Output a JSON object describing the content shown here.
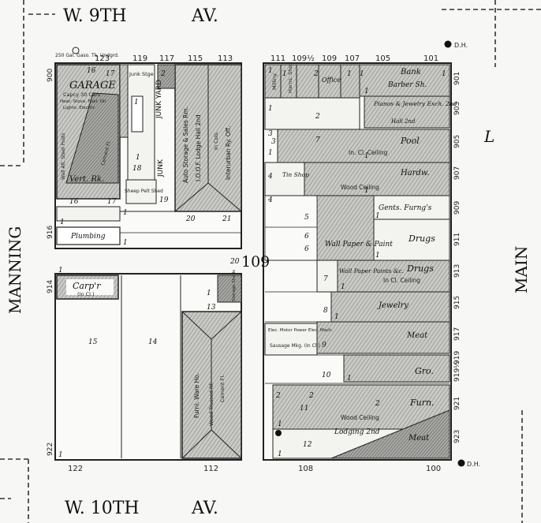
{
  "streets": {
    "top": "W. 9TH",
    "top_av": "AV.",
    "bottom": "W. 10TH",
    "bottom_av": "AV.",
    "left": "MANNING",
    "right": "MAIN"
  },
  "block_number": "109",
  "top_house_numbers": [
    "123",
    "119",
    "117",
    "115",
    "113",
    "111",
    "109½",
    "109",
    "107",
    "105",
    "101"
  ],
  "bottom_house_numbers": [
    "122",
    "112",
    "108",
    "100"
  ],
  "left_side_numbers": [
    "900",
    "916",
    "914",
    "922"
  ],
  "right_side_numbers": [
    "901",
    "903",
    "905",
    "907",
    "909",
    "911",
    "913",
    "915",
    "917",
    "919",
    "919½",
    "921",
    "923"
  ],
  "hydrants": [
    {
      "label": "D.H."
    },
    {
      "label": "D.H."
    }
  ],
  "top_note": "250 Gal. Gaso. Tk. Undgrd.",
  "buildings_west": {
    "garage": "GARAGE",
    "garage_capacity": "Capcy 30 Cars",
    "garage_note1": "Heat: Stove. Fuel: Oil",
    "garage_note2": "Lights: Electric",
    "garage_note3": "Cement Fl.",
    "garage_wall": "Wall Alt. Steel Posts",
    "vert_rk": "Vert. Rk.",
    "junk_stge": "Junk Stge",
    "junk_yard": "JUNK YARD",
    "junk_yard2": "JUNK",
    "sheep_pelt": "Sheep Pelt Shed",
    "auto_storage": "Auto Storage & Sales Rm.",
    "iof_lodge": "I.O.O.F. Lodge Hall 2nd",
    "interurban": "Interurban Ry. Off.",
    "in_cols": "In Cols.",
    "plumbing": "Plumbing",
    "carpr": "Carp'r",
    "carpr_note": "(In Cl.)",
    "furni_ware": "Furni. Ware Ho.",
    "wood_trussed": "Wood Trussed Rf.",
    "cement_fl": "Cement Fl.",
    "storage_sheds": "Storage Sheds",
    "heights": [
      "16",
      "17",
      "16",
      "17",
      "18",
      "1",
      "1",
      "19",
      "2",
      "20",
      "21",
      "1",
      "1",
      "1",
      "15",
      "14",
      "13",
      "1",
      "1",
      "1"
    ],
    "heights2": [
      "20"
    ]
  },
  "buildings_east": {
    "millinery": "Milliny.",
    "harness": "Harns. Shop",
    "office": "Office",
    "bank": "Bank",
    "barber": "Barber Sh.",
    "pianos": "Pianos & Jewelry Exch. 2nd",
    "hall": "Hall 2nd",
    "pool": "Pool",
    "in_cl_ceiling": "In. Cl. Ceiling",
    "hardw": "Hardw.",
    "wood_ceiling": "Wood Ceiling",
    "tin_shop": "Tin Shop",
    "gents": "Gents. Furng's",
    "drugs": "Drugs",
    "wall_paper": "Wall Paper & Paint",
    "wall_paper2": "Wall Paper Paints &c.",
    "drugs2": "Drugs",
    "in_cl_ceiling2": "In Cl. Ceiling",
    "jewelry": "Jewelry",
    "meat": "Meat",
    "elec_motor": "Elec. Motor Power Elec. Mach.",
    "sausage": "Sausage Mkg. (In Cl.)",
    "gro": "Gro.",
    "furn": "Furn.",
    "wood_ceiling2": "Wood Ceiling",
    "lodging": "Lodging 2nd",
    "meat2": "Meat",
    "heights": [
      "1",
      "2",
      "7",
      "1",
      "4",
      "3",
      "5",
      "6",
      "6",
      "7",
      "8",
      "9",
      "10",
      "11",
      "12",
      "2",
      "2",
      "1",
      "1",
      "1",
      "1",
      "1",
      "1",
      "1",
      "1",
      "2",
      "1",
      "1",
      "4",
      "3",
      "1",
      "2",
      "1",
      "1",
      "1",
      "1"
    ]
  }
}
